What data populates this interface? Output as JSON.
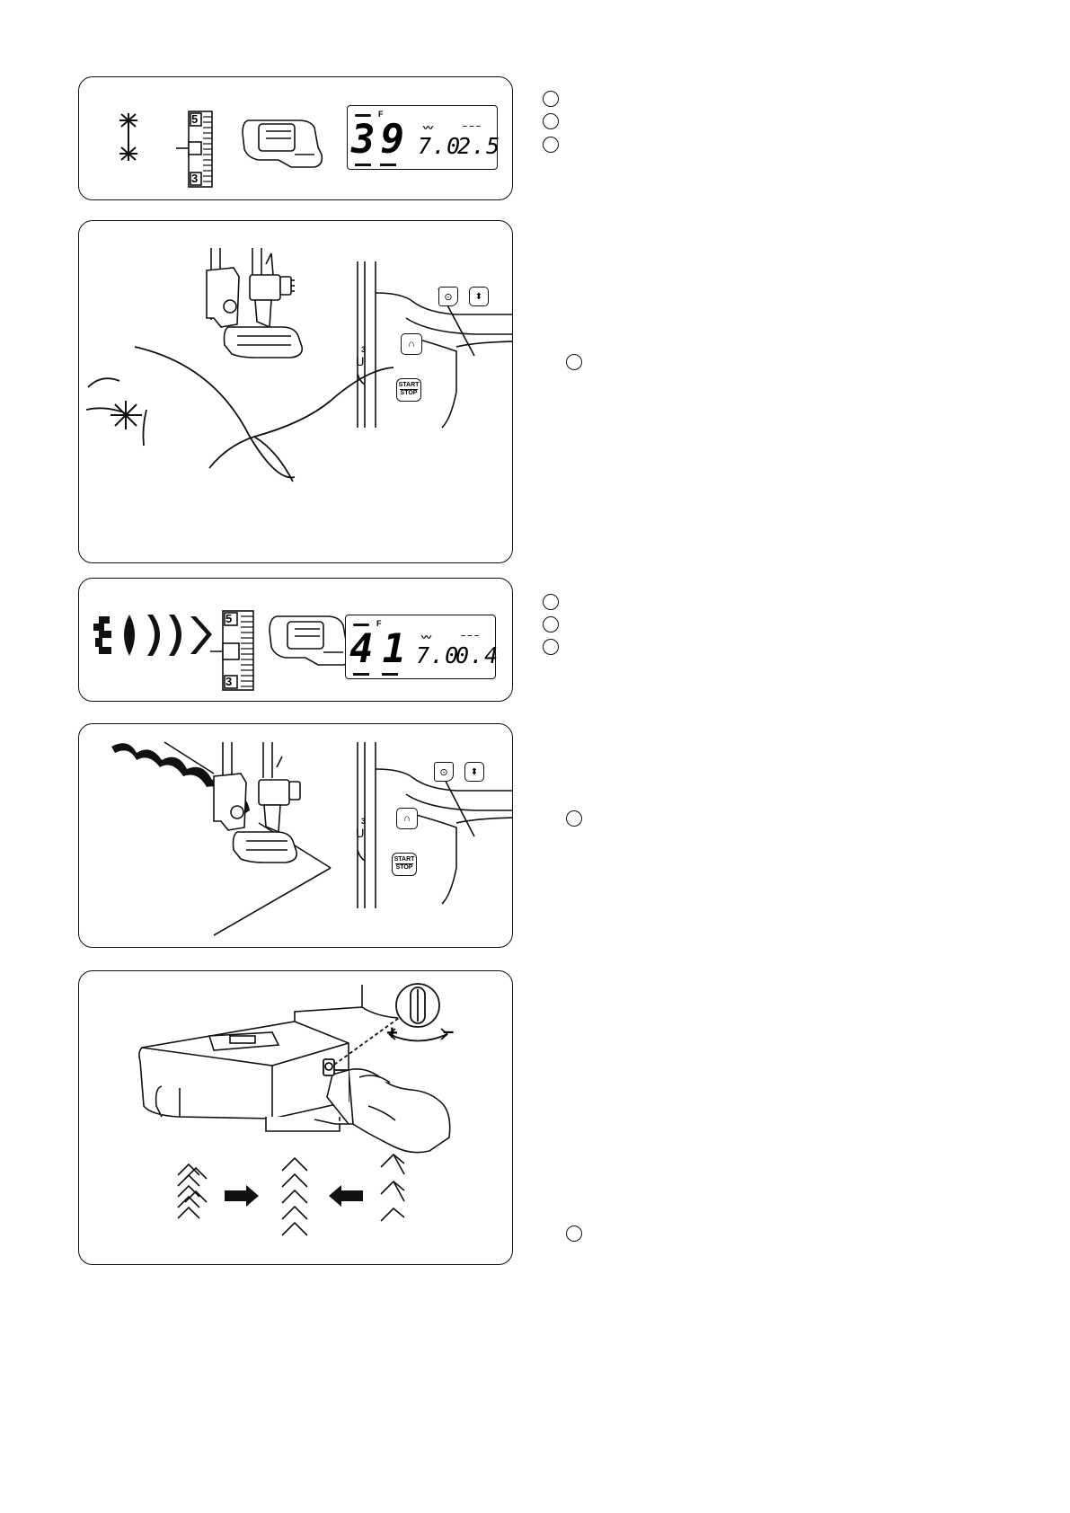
{
  "panel1": {
    "lcd": {
      "f": "F",
      "pattern": "39",
      "width": "7.0",
      "length": "2.5"
    },
    "tension": {
      "top": "5",
      "bottom": "3"
    }
  },
  "panel2": {
    "start_stop": {
      "top": "START",
      "bottom": "STOP"
    },
    "u_label": "3"
  },
  "panel3": {
    "lcd": {
      "f": "F",
      "pattern": "41",
      "width": "7.0",
      "length": "0.4"
    },
    "tension": {
      "top": "5",
      "bottom": "3"
    }
  },
  "panel4": {
    "start_stop": {
      "top": "START",
      "bottom": "STOP"
    },
    "u_label": "3"
  },
  "panel5": {
    "plus": "+",
    "minus": "–"
  }
}
